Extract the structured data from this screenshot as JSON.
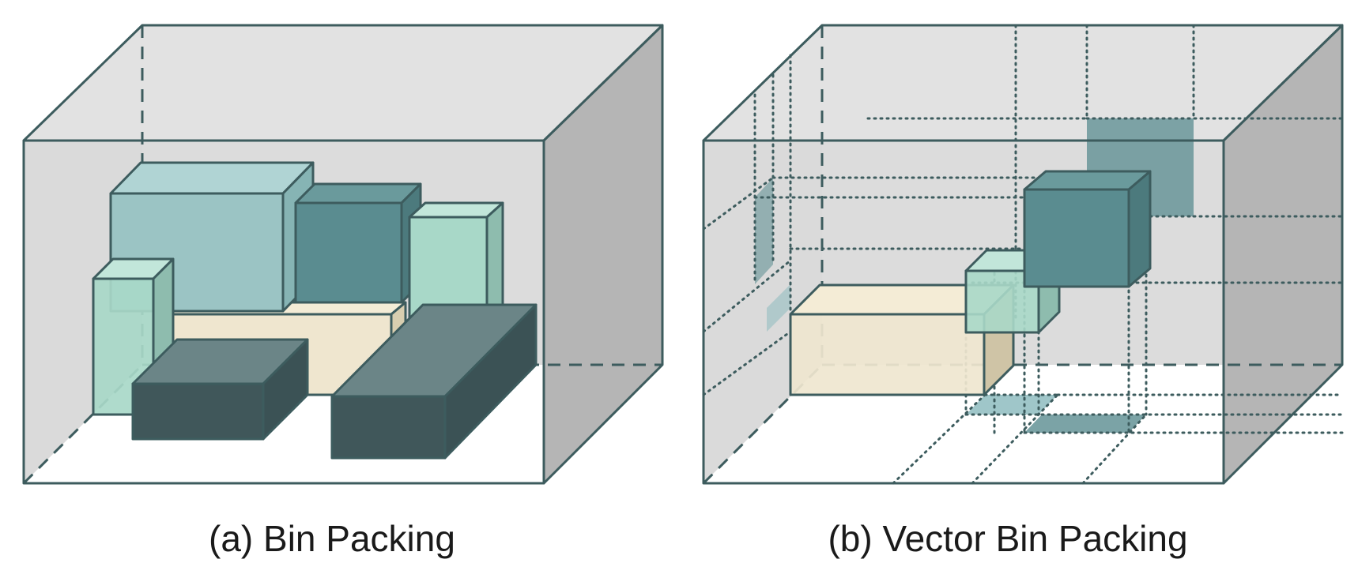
{
  "panels": [
    {
      "id": "a",
      "caption": "(a) Bin Packing"
    },
    {
      "id": "b",
      "caption": "(b) Vector Bin Packing"
    }
  ],
  "colors": {
    "bin_front": "#e0e0e0",
    "bin_side": "#b5b5b5",
    "edge": "#3d5c5e",
    "teal_light": "#a8d8c8",
    "teal_mid": "#9bc4c4",
    "teal_dark": "#5a8c90",
    "slate_dark": "#436064",
    "slate_box": "#40575a",
    "beige": "#efe6cf"
  }
}
